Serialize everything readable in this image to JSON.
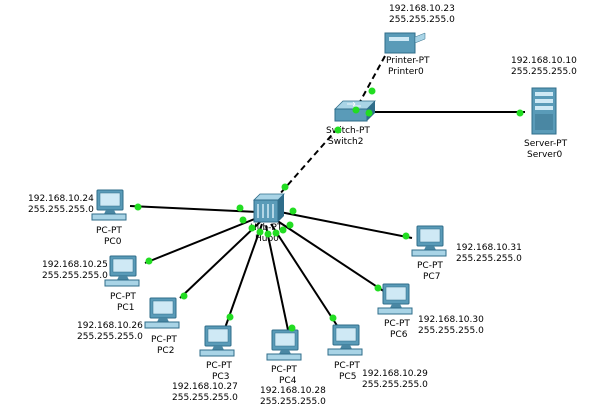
{
  "topology": {
    "printer": {
      "type_label": "Printer-PT",
      "name": "Printer0",
      "ip": "192.168.10.23",
      "mask": "255.255.255.0"
    },
    "switch": {
      "type_label": "Switch-PT",
      "name": "Switch2"
    },
    "server": {
      "type_label": "Server-PT",
      "name": "Server0",
      "ip": "192.168.10.10",
      "mask": "255.255.255.0"
    },
    "hub": {
      "type_label": "Hub-PT",
      "name": "Hub0"
    },
    "pcs": [
      {
        "type_label": "PC-PT",
        "name": "PC0",
        "ip": "192.168.10.24",
        "mask": "255.255.255.0"
      },
      {
        "type_label": "PC-PT",
        "name": "PC1",
        "ip": "192.168.10.25",
        "mask": "255.255.255.0"
      },
      {
        "type_label": "PC-PT",
        "name": "PC2",
        "ip": "192.168.10.26",
        "mask": "255.255.255.0"
      },
      {
        "type_label": "PC-PT",
        "name": "PC3",
        "ip": "192.168.10.27",
        "mask": "255.255.255.0"
      },
      {
        "type_label": "PC-PT",
        "name": "PC4",
        "ip": "192.168.10.28",
        "mask": "255.255.255.0"
      },
      {
        "type_label": "PC-PT",
        "name": "PC5",
        "ip": "192.168.10.29",
        "mask": "255.255.255.0"
      },
      {
        "type_label": "PC-PT",
        "name": "PC6",
        "ip": "192.168.10.30",
        "mask": "255.255.255.0"
      },
      {
        "type_label": "PC-PT",
        "name": "PC7",
        "ip": "192.168.10.31",
        "mask": "255.255.255.0"
      }
    ]
  },
  "colors": {
    "link": "#000000",
    "link_up": "#22dd22",
    "device_face": "#5a9bb8",
    "device_dark": "#2f6d8a",
    "device_light": "#a9d4e6",
    "screen": "#cfe9f5"
  }
}
